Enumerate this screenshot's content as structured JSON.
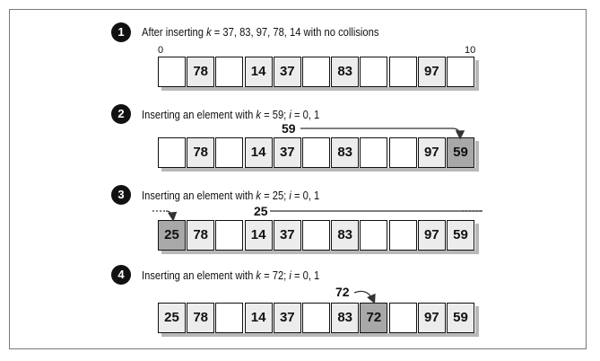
{
  "steps": [
    {
      "badge": "1",
      "caption": {
        "pre": "After inserting ",
        "var": "k",
        "post": " = 37, 83, 97, 78, 14 with no collisions"
      },
      "cells": [
        "",
        "78",
        "",
        "14",
        "37",
        "",
        "83",
        "",
        "",
        "97",
        ""
      ],
      "index_start": "0",
      "index_end": "10"
    },
    {
      "badge": "2",
      "caption": {
        "pre": "Inserting an element with ",
        "var": "k",
        "mid": " = 59; ",
        "var2": "i",
        "post": " = 0, 1"
      },
      "probe_value": "59",
      "cells": [
        "",
        "78",
        "",
        "14",
        "37",
        "",
        "83",
        "",
        "",
        "97",
        "59"
      ]
    },
    {
      "badge": "3",
      "caption": {
        "pre": "Inserting an element with ",
        "var": "k",
        "mid": " = 25; ",
        "var2": "i",
        "post": " = 0, 1"
      },
      "probe_value": "25",
      "cells": [
        "25",
        "78",
        "",
        "14",
        "37",
        "",
        "83",
        "",
        "",
        "97",
        "59"
      ]
    },
    {
      "badge": "4",
      "caption": {
        "pre": "Inserting an element with ",
        "var": "k",
        "mid": " = 72; ",
        "var2": "i",
        "post": " = 0, 1"
      },
      "probe_value": "72",
      "cells": [
        "25",
        "78",
        "",
        "14",
        "37",
        "",
        "83",
        "72",
        "",
        "97",
        "59"
      ]
    }
  ],
  "highlight": {
    "step2": 10,
    "step3": 0,
    "step4": 7
  },
  "colors": {
    "filled": "#ececec",
    "new": "#a8a8a8",
    "border": "#111111"
  }
}
